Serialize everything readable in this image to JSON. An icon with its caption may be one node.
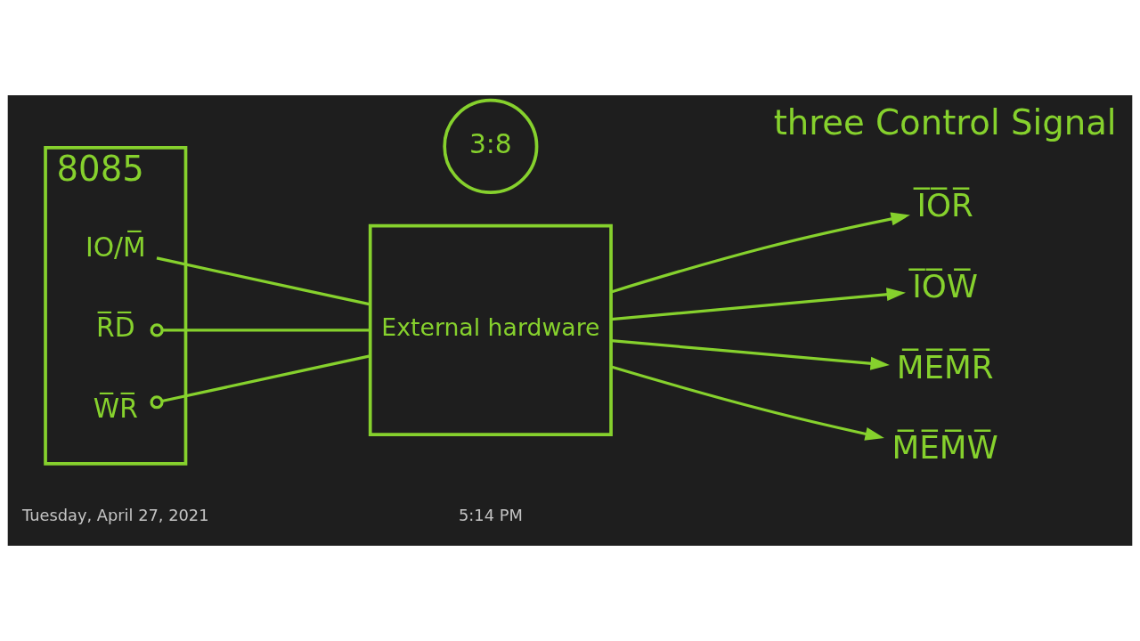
{
  "diagram": {
    "nodes": [
      {
        "text": [
          "8085"
        ]
      },
      {
        "text": [
          "IO/M̅"
        ],
        "in": 0
      },
      {
        "text": [
          "R̅D̅"
        ],
        "in": 0
      },
      {
        "text": [
          "W̅R̅"
        ],
        "in": 0
      },
      {
        "text": [
          "3:8"
        ]
      },
      {
        "text": [
          "External hardware"
        ]
      },
      {
        "text": [
          "I̅O̅R̅"
        ]
      },
      {
        "text": [
          "I̅O̅W̅"
        ]
      },
      {
        "text": [
          "M̅E̅M̅R̅"
        ]
      },
      {
        "text": [
          "M̅E̅M̅W̅"
        ]
      }
    ],
    "edges": [
      {
        "from": 1,
        "to": 5,
        "arrow": "none"
      },
      {
        "from": 2,
        "to": 5,
        "arrow": "other"
      },
      {
        "from": 3,
        "to": 5,
        "arrow": "other"
      },
      {
        "from": 5,
        "to": 6,
        "arrow": "to"
      },
      {
        "from": 5,
        "to": 7,
        "arrow": "to"
      },
      {
        "from": 5,
        "to": 8,
        "arrow": "to"
      },
      {
        "from": 5,
        "to": 9,
        "arrow": "to"
      }
    ],
    "labels": [
      "Tuesday, April 27, 2021",
      "5:14 PM",
      "three Control Signal"
    ]
  }
}
